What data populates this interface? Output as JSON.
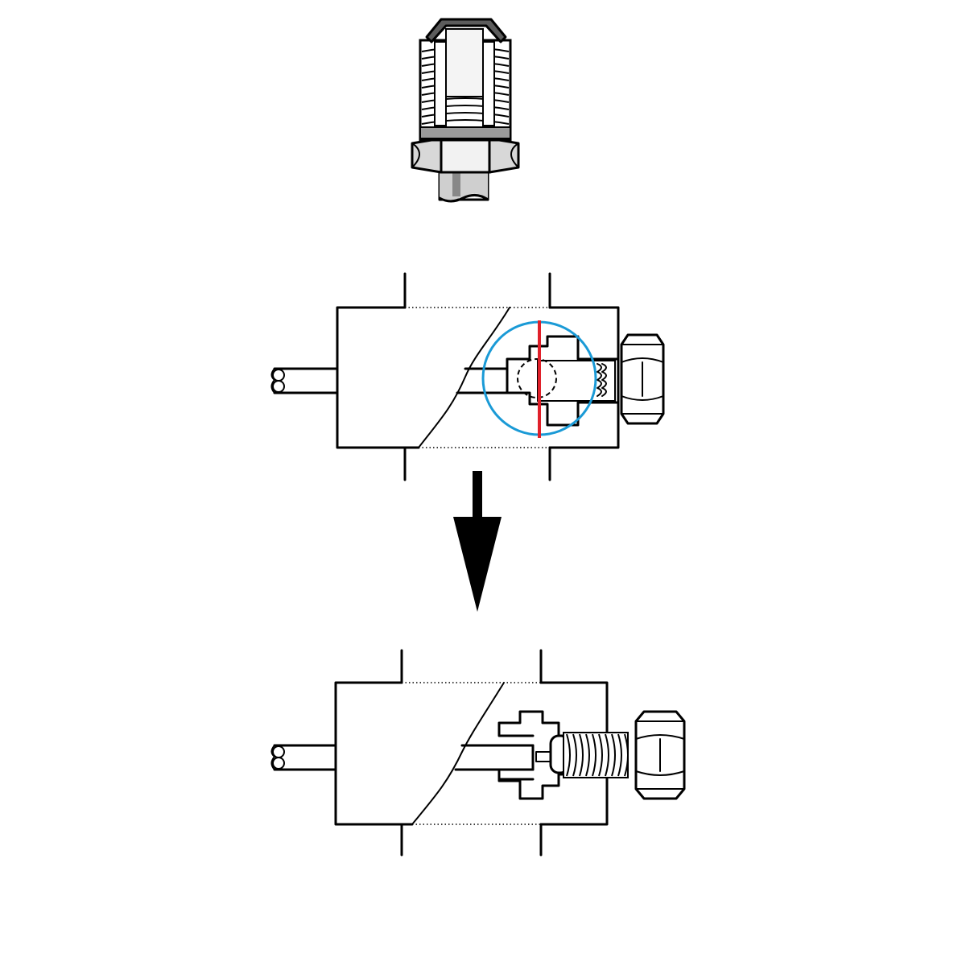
{
  "figure": {
    "panels": [
      "rivet-nut-detail",
      "before-setting-view",
      "after-setting-view"
    ],
    "highlight_colors": {
      "cut_line": "#e0202a",
      "detail_circle": "#1a9ad6"
    },
    "icons": [
      "rivet-nut-icon",
      "down-arrow-icon",
      "hex-nut-icon",
      "spring-icon"
    ]
  }
}
